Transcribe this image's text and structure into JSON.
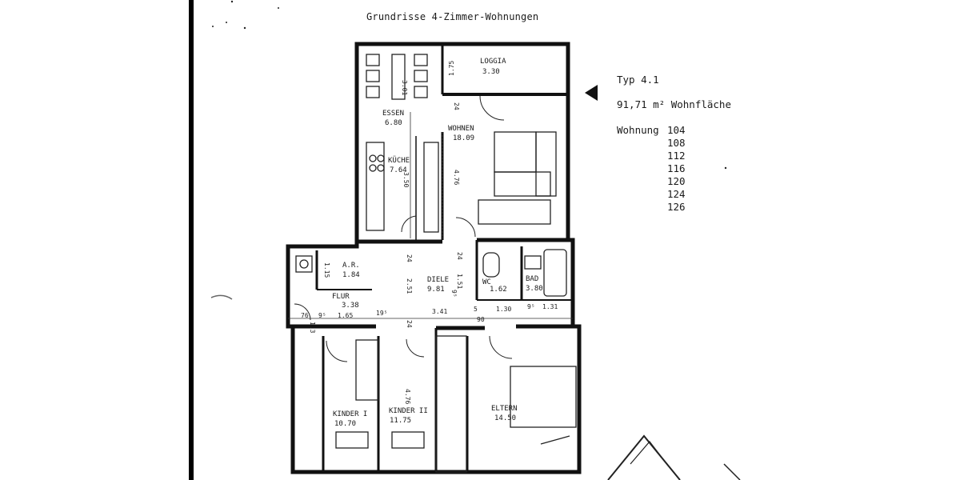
{
  "heading": {
    "cut_line": "",
    "title": "Grundrisse 4-Zimmer-Wohnungen"
  },
  "info": {
    "type": "Typ 4.1",
    "area": "91,71 m² Wohnfläche",
    "apartments_label": "Wohnung",
    "apartments": [
      "104",
      "108",
      "112",
      "116",
      "120",
      "124",
      "126"
    ]
  },
  "rooms": {
    "loggia": {
      "name": "LOGGIA",
      "area": "3.30"
    },
    "essen": {
      "name": "ESSEN",
      "area": "6.80"
    },
    "wohnen": {
      "name": "WOHNEN",
      "area": "18.09"
    },
    "kueche": {
      "name": "KÜCHE",
      "area": "7.64"
    },
    "ar": {
      "name": "A.R.",
      "area": "1.84"
    },
    "diele": {
      "name": "DIELE",
      "area": "9.81"
    },
    "wc": {
      "name": "WC",
      "area": "1.62"
    },
    "bad": {
      "name": "BAD",
      "area": "3.80"
    },
    "flur": {
      "name": "FLUR",
      "area": "3.38"
    },
    "kind1": {
      "name": "KINDER I",
      "area": "10.70"
    },
    "kind2": {
      "name": "KINDER II",
      "area": "11.75"
    },
    "eltern": {
      "name": "ELTERN",
      "area": "14.50"
    }
  },
  "dims": {
    "d301": "3.01",
    "d175": "1.75",
    "d24a": "24",
    "d350": "3.50",
    "d476a": "4.76",
    "d115": "1.15",
    "d24b": "24",
    "d251": "2.51",
    "d151": "1.51",
    "d24c": "24",
    "d95a": "9⁵",
    "d76": "76",
    "d165": "1.65",
    "d95b": "9⁵",
    "d95c": "19⁵",
    "d341": "3.41",
    "d5": "5",
    "d130": "1.30",
    "d131": "1.31",
    "d195": "9⁵",
    "d90": "90",
    "d24d": "24",
    "d476b": "4.76",
    "d13": "1.3"
  }
}
